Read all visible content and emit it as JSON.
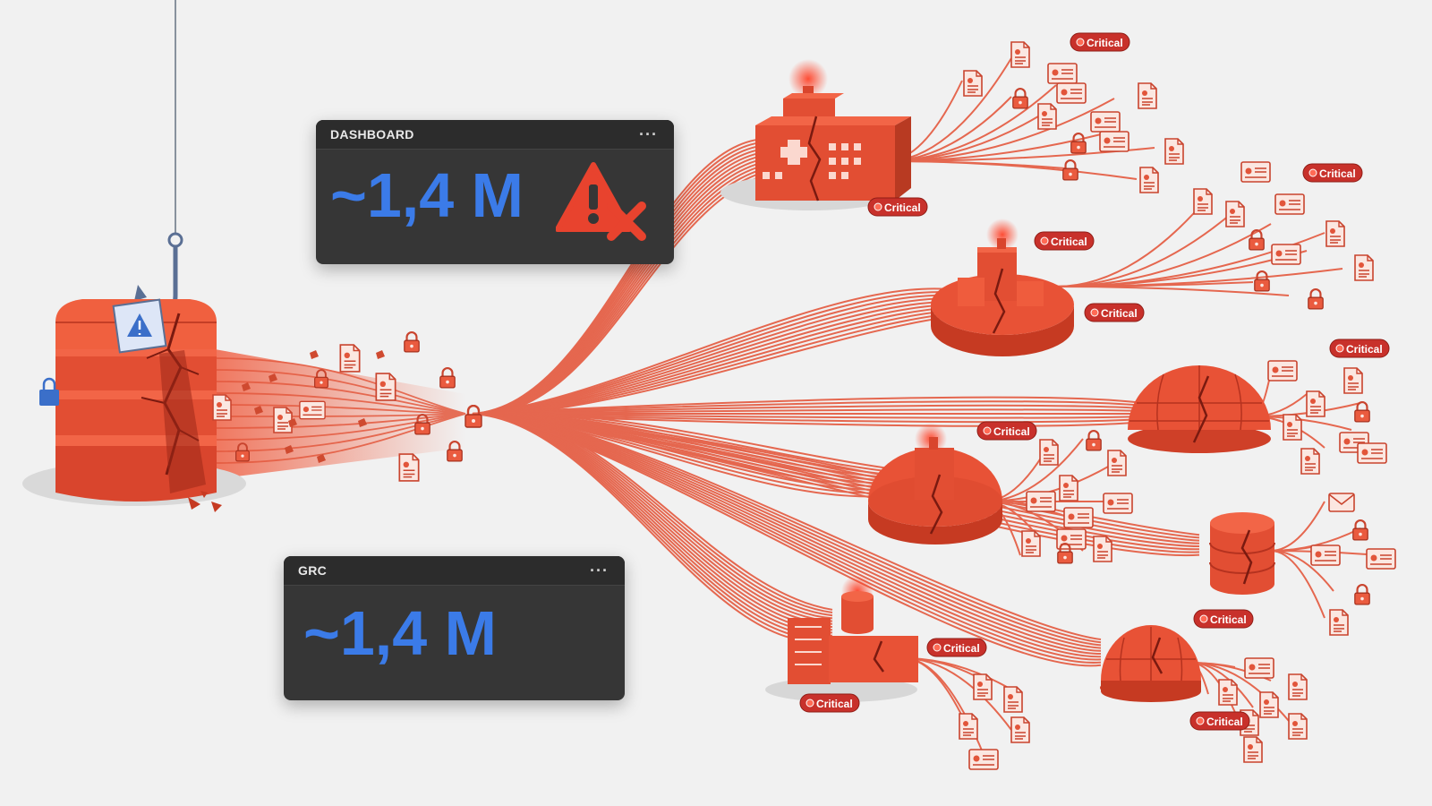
{
  "dashboard_panel": {
    "title": "DASHBOARD",
    "menu": "···",
    "value": "~1,4 M"
  },
  "grc_panel": {
    "title": "GRC",
    "menu": "···",
    "value": "~1,4 M"
  },
  "badge_label": "Critical",
  "colors": {
    "accent_red": "#e8553a",
    "line_red": "#e4593e",
    "badge_red": "#c8312b",
    "value_blue": "#3b7be8",
    "panel_bg": "#363636"
  },
  "icons": [
    "server-stack-icon",
    "warning-icon",
    "padlock-icon",
    "document-icon",
    "database-icon",
    "globe-dome-icon",
    "building-icon",
    "fishing-hook-icon",
    "envelope-icon"
  ]
}
